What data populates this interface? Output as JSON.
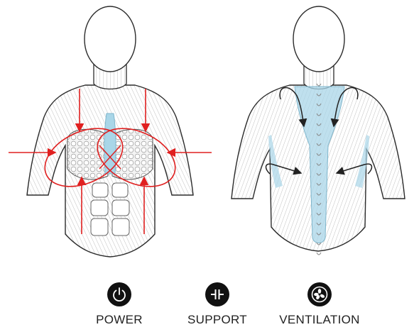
{
  "colors": {
    "outline": "#2b2b2b",
    "muscle_line": "#9a9a9a",
    "skin": "#ffffff",
    "support_zone": "#a9d6e8",
    "power_arrow": "#e02020",
    "motion_arrow": "#222222",
    "badge": "#111111"
  },
  "features": [
    {
      "label": "POWER",
      "icon": "power-icon"
    },
    {
      "label": "SUPPORT",
      "icon": "support-icon"
    },
    {
      "label": "VENTILATION",
      "icon": "fan-icon"
    }
  ]
}
